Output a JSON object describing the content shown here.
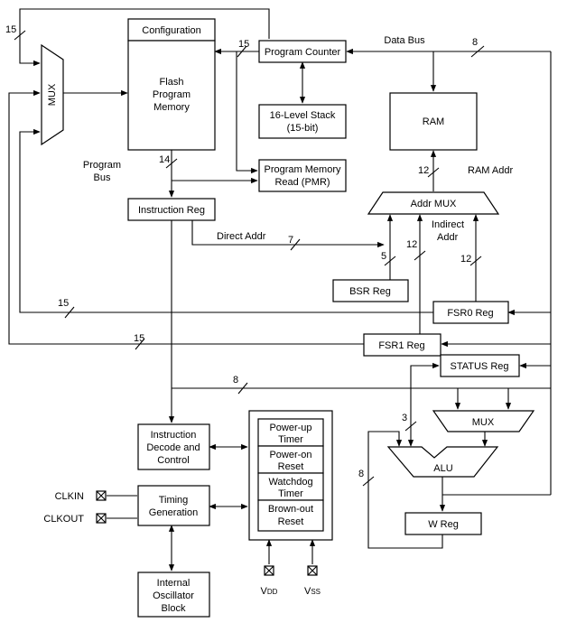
{
  "blocks": {
    "configuration": "Configuration",
    "flash": [
      "Flash",
      "Program",
      "Memory"
    ],
    "program_counter": "Program Counter",
    "stack": [
      "16-Level Stack",
      "(15-bit)"
    ],
    "pmr": [
      "Program Memory",
      "Read (PMR)"
    ],
    "instruction_reg": "Instruction Reg",
    "ram": "RAM",
    "addr_mux": "Addr MUX",
    "bsr_reg": "BSR Reg",
    "fsr0_reg": "FSR0 Reg",
    "fsr1_reg": "FSR1 Reg",
    "status_reg": "STATUS Reg",
    "alu_mux": "MUX",
    "alu": "ALU",
    "w_reg": "W Reg",
    "left_mux": "MUX",
    "instruction_decode": [
      "Instruction",
      "Decode and",
      "Control"
    ],
    "timing": [
      "Timing",
      "Generation"
    ],
    "oscillator": [
      "Internal",
      "Oscillator",
      "Block"
    ],
    "power_blocks": [
      [
        "Power-up",
        "Timer"
      ],
      [
        "Power-on",
        "Reset"
      ],
      [
        "Watchdog",
        "Timer"
      ],
      [
        "Brown-out",
        "Reset"
      ]
    ]
  },
  "labels": {
    "data_bus": "Data Bus",
    "program_bus": [
      "Program",
      "Bus"
    ],
    "ram_addr": "RAM Addr",
    "direct_addr": "Direct Addr",
    "indirect_addr": [
      "Indirect",
      "Addr"
    ]
  },
  "widths": {
    "w15_top": "15",
    "w15_pc": "15",
    "w8_databus": "8",
    "w14": "14",
    "w12_ram": "12",
    "w7": "7",
    "w5": "5",
    "w12_fsr1": "12",
    "w12_fsr0": "12",
    "w15_fsr0": "15",
    "w15_fsr1": "15",
    "w8_mid": "8",
    "w3": "3",
    "w8_alu": "8"
  },
  "pins": {
    "clkin": "CLKIN",
    "clkout": "CLKOUT",
    "vdd_main": "V",
    "vdd_sub": "DD",
    "vss_main": "V",
    "vss_sub": "SS"
  }
}
